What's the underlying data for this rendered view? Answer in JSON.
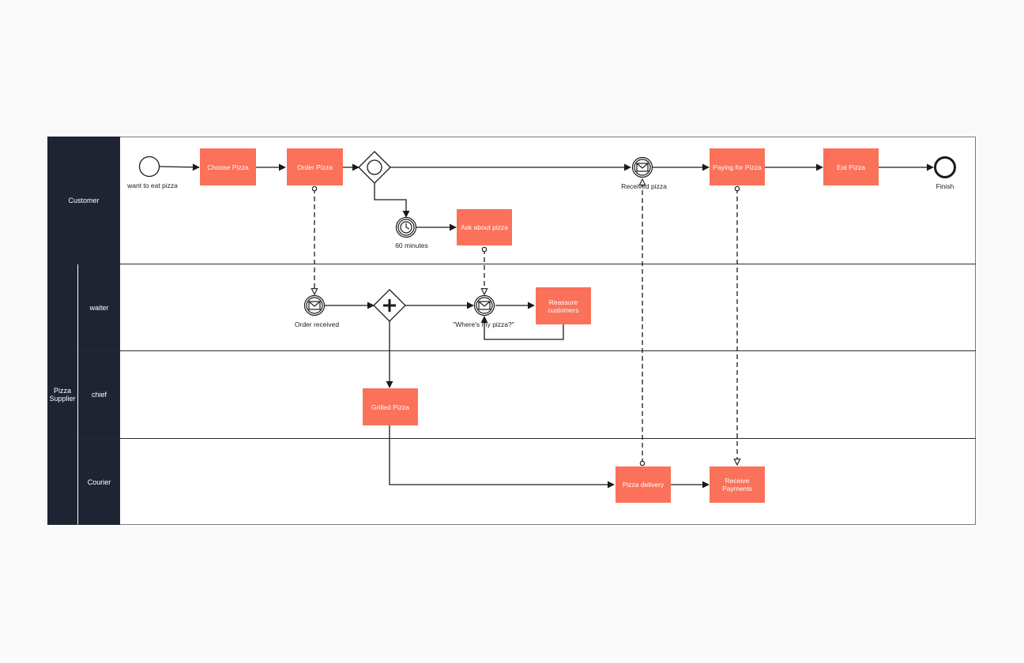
{
  "pools": {
    "customer": {
      "label": "Customer"
    },
    "supplier": {
      "label": "Pizza\nSupplier"
    }
  },
  "lanes": {
    "waiter": {
      "label": "waiter"
    },
    "chief": {
      "label": "chief"
    },
    "courier": {
      "label": "Courier"
    }
  },
  "tasks": {
    "choose_pizza": "Choose Pizza",
    "order_pizza": "Order Pizza",
    "paying_for_pizza": "Paying for Pizza",
    "eat_pizza": "Eat Pizza",
    "ask_about_pizza": "Ask about pizza",
    "reassure_customers": "Reassure\ncustomers",
    "grilled_pizza": "Grilled Pizza",
    "pizza_delivery": "Pizza delivery",
    "receive_payments": "Receive\nPayments"
  },
  "events": {
    "start": "want to eat pizza",
    "received_pizza": "Received pizza",
    "finish": "Finish",
    "timer": "60 minutes",
    "order_received": "Order received",
    "where_is_pizza": "\"Where's my pizza?\""
  },
  "colors": {
    "task_fill": "#fb7159",
    "lane_header": "#1f2433",
    "line": "#1a1a1a"
  }
}
